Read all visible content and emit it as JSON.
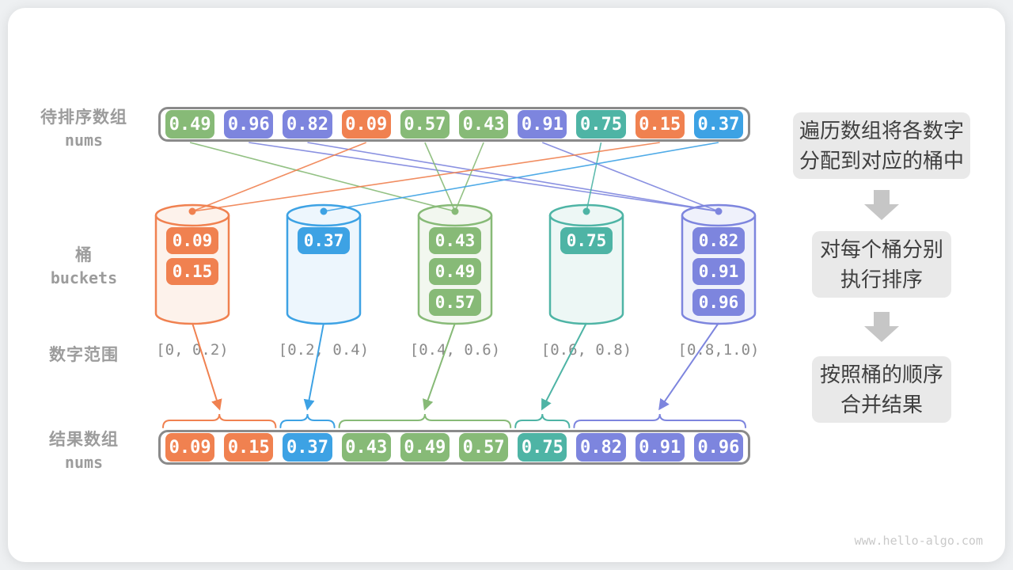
{
  "palette": {
    "orange": "#F08150",
    "blue": "#3DA2E4",
    "green": "#87BA77",
    "teal": "#4EB4A5",
    "indigo": "#7D85DE",
    "light": {
      "orange": "#FDF2EB",
      "blue": "#EDF6FD",
      "green": "#F2F7EF",
      "teal": "#EDF7F5",
      "indigo": "#EFF1FB"
    },
    "array_border": "#8A8A8A",
    "label_gray": "#9C9C9C",
    "range_gray": "#8B8B8B",
    "flow_box_bg": "#E9E9E9",
    "flow_text": "#3F3F3F",
    "flow_arrow": "#C6C6C6",
    "watermark": "#C9C9C9"
  },
  "labels": {
    "input_array": {
      "line1": "待排序数组",
      "line2": "nums"
    },
    "buckets": {
      "line1": "桶",
      "line2": "buckets"
    },
    "range": "数字范围",
    "result_array": {
      "line1": "结果数组",
      "line2": "nums"
    }
  },
  "input_array": [
    {
      "value": "0.49",
      "bucket": 2
    },
    {
      "value": "0.96",
      "bucket": 4
    },
    {
      "value": "0.82",
      "bucket": 4
    },
    {
      "value": "0.09",
      "bucket": 0
    },
    {
      "value": "0.57",
      "bucket": 2
    },
    {
      "value": "0.43",
      "bucket": 2
    },
    {
      "value": "0.91",
      "bucket": 4
    },
    {
      "value": "0.75",
      "bucket": 3
    },
    {
      "value": "0.15",
      "bucket": 0
    },
    {
      "value": "0.37",
      "bucket": 1
    }
  ],
  "buckets": [
    {
      "color": "orange",
      "range": "[0, 0.2)",
      "values": [
        "0.09",
        "0.15"
      ]
    },
    {
      "color": "blue",
      "range": "[0.2, 0.4)",
      "values": [
        "0.37"
      ]
    },
    {
      "color": "green",
      "range": "[0.4, 0.6)",
      "values": [
        "0.43",
        "0.49",
        "0.57"
      ]
    },
    {
      "color": "teal",
      "range": "[0.6, 0.8)",
      "values": [
        "0.75"
      ]
    },
    {
      "color": "indigo",
      "range": "[0.8,1.0)",
      "values": [
        "0.82",
        "0.91",
        "0.96"
      ]
    }
  ],
  "result_array": [
    "0.09",
    "0.15",
    "0.37",
    "0.43",
    "0.49",
    "0.57",
    "0.75",
    "0.82",
    "0.91",
    "0.96"
  ],
  "result_groups": [
    {
      "color": "orange",
      "span": [
        0,
        1
      ]
    },
    {
      "color": "blue",
      "span": [
        2,
        2
      ]
    },
    {
      "color": "green",
      "span": [
        3,
        5
      ]
    },
    {
      "color": "teal",
      "span": [
        6,
        6
      ]
    },
    {
      "color": "indigo",
      "span": [
        7,
        9
      ]
    }
  ],
  "flow": {
    "steps": [
      {
        "lines": [
          "遍历数组将各数字",
          "分配到对应的桶中"
        ]
      },
      {
        "lines": [
          "对每个桶分别",
          "执行排序"
        ]
      },
      {
        "lines": [
          "按照桶的顺序",
          "合并结果"
        ]
      }
    ]
  },
  "watermark": "www.hello-algo.com"
}
